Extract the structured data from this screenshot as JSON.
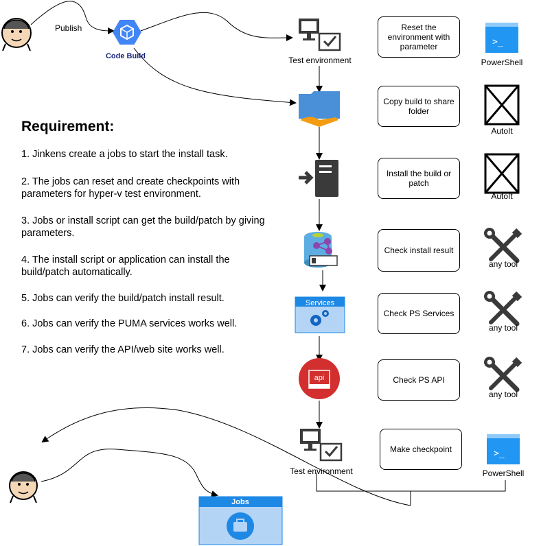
{
  "publish_label": "Publish",
  "code_build_label": "Code Build",
  "requirement": {
    "title": "Requirement:",
    "items": [
      "1. Jinkens create a jobs to start the install task.",
      "2. The jobs can reset and create checkpoints with parameters for hyper-v test environment.",
      "3. Jobs or install script can get the build/patch by giving parameters.",
      "4. The install script or application can install the build/patch automatically.",
      "5. Jobs can verify the build/patch install result.",
      "6. Jobs can verify the PUMA services works well.",
      "7. Jobs can verify the API/web site works well."
    ]
  },
  "nodes": {
    "test_env_top": "Test environment",
    "test_env_bottom": "Test environment",
    "services_header": "Services",
    "api_text": "api",
    "jobs_header": "Jobs"
  },
  "steps": [
    {
      "text": "Reset the environment with parameter",
      "tool": "PowerShell"
    },
    {
      "text": "Copy build to share folder",
      "tool": "AutoIt"
    },
    {
      "text": "Install the build or patch",
      "tool": "AutoIt"
    },
    {
      "text": "Check install result",
      "tool": "any tool"
    },
    {
      "text": "Check PS Services",
      "tool": "any tool"
    },
    {
      "text": "Check PS API",
      "tool": "any tool"
    },
    {
      "text": "Make checkpoint",
      "tool": "PowerShell"
    }
  ],
  "powershell_prompt": ">_",
  "colors": {
    "gcp_blue": "#4285F4",
    "azure_blue": "#1E88E5",
    "api_red": "#D32F2F",
    "services_light": "#B3D4F5",
    "powershell": "#2196F3",
    "folder_blue": "#4A90D9",
    "hand_orange": "#F39C12",
    "dark_gray": "#3A3A3A"
  }
}
